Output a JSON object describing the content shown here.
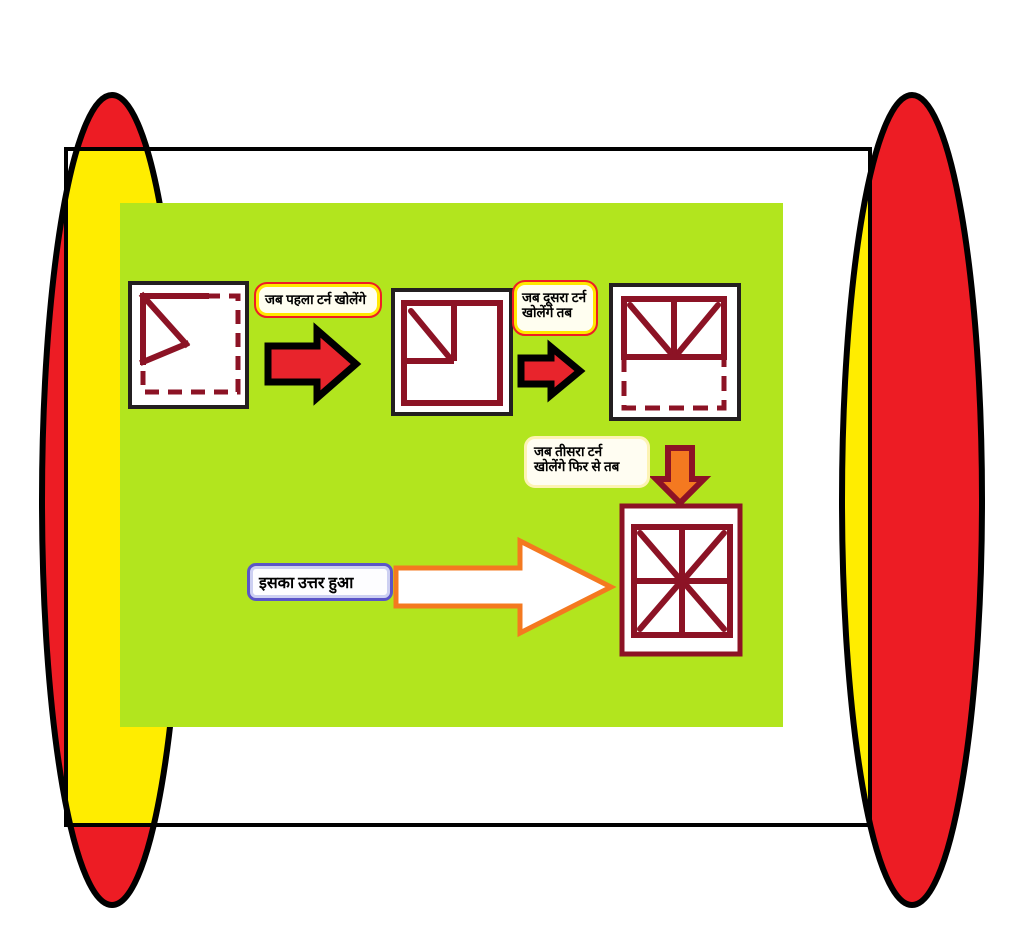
{
  "figure": {
    "title": "Paper folding and unfolding sequence (Hindi)",
    "colors": {
      "background": "#ffffff",
      "panel_green": "#b2e51e",
      "ellipse_red": "#ed1c24",
      "ellipse_yellow": "#ffed00",
      "outline_black": "#000000",
      "shape_dark_red": "#8c1325",
      "arrow_red": "#e8242c",
      "arrow_orange": "#f47920",
      "answer_border_blue": "#5b55c8",
      "label_border_yellow": "#ffe800",
      "label_border_red": "#ef1c25"
    }
  },
  "labels": {
    "step1": "जब पहला टर्न खोलेंगे",
    "step2": "जब दूसरा टर्न\nखोलेंगे तब",
    "step3": "जब तीसरा टर्न\nखोलेंगे फिर से तब",
    "answer": "इसका उत्तर हुआ"
  },
  "icons": {
    "arrow_right_large": "arrow-right-icon",
    "arrow_right_small": "arrow-right-icon",
    "arrow_down": "arrow-down-icon",
    "arrow_right_outline": "arrow-right-outline-icon"
  },
  "figures": [
    {
      "name": "folded-square-step-1",
      "note": "solid triangle top-left with fold crease, dashed square outline"
    },
    {
      "name": "unfolded-square-step-2",
      "note": "solid square with top-left quadrant box and one diagonal"
    },
    {
      "name": "unfolded-square-step-3",
      "note": "top half rectangle split in two with two diagonals, dashed lower half"
    },
    {
      "name": "final-answer-square",
      "note": "square split into four quadrants each containing a diagonal"
    }
  ]
}
